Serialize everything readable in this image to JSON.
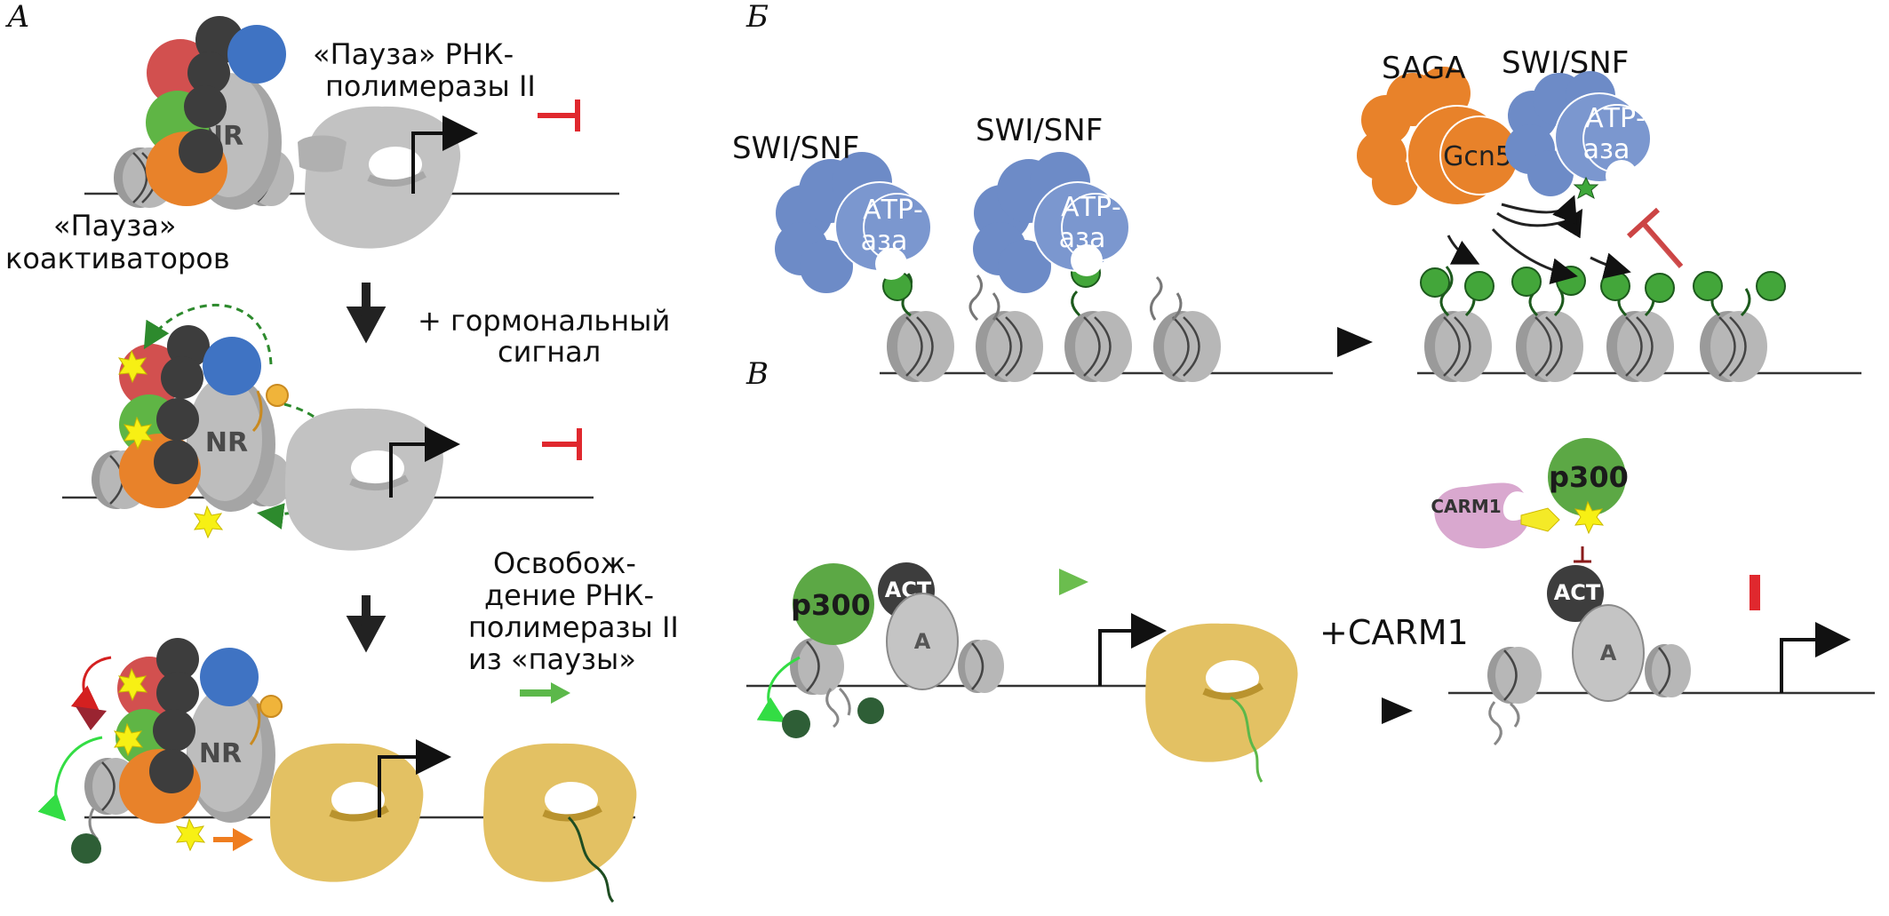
{
  "panels": {
    "a": "А",
    "b": "Б",
    "v": "В"
  },
  "panel_a": {
    "pause_pol_line1": "«Пауза» РНК-",
    "pause_pol_line2": "полимеразы II",
    "pause_coact_line1": "«Пауза»",
    "pause_coact_line2": "коактиваторов",
    "nr": "NR",
    "hormone_line1": "+ гормональный",
    "hormone_line2": "сигнал",
    "release_line1": "Освобож-",
    "release_line2": "дение РНК-",
    "release_line3": "полимеразы II",
    "release_line4": "из «паузы»"
  },
  "panel_b": {
    "swisnf": "SWI/SNF",
    "saga": "SAGA",
    "gcn5": "Gcn5",
    "atp_line1": "АТР-",
    "atp_line2": "аза"
  },
  "panel_v": {
    "p300": "p300",
    "act": "ACT",
    "a": "A",
    "carm1_plus": "+CARM1",
    "carm1": "CARM1"
  },
  "colors": {
    "red": "#d2504f",
    "blue": "#3f73c3",
    "green": "#5fb545",
    "orange": "#e8822a",
    "dark": "#3d3d3d",
    "grey_pol": "#c9c9c9",
    "gold_pol": "#e3c163",
    "remodeler": "#7b97cf",
    "p300_green": "#5ca845",
    "carm1_pink": "#d9a8cf",
    "inhibit_red": "#e0282e"
  }
}
